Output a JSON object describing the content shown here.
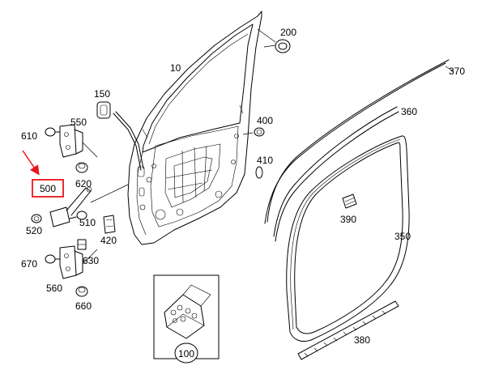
{
  "diagram": {
    "highlight_color": "#e8141b",
    "callouts": [
      {
        "id": "10",
        "name": "callout-10"
      },
      {
        "id": "150",
        "name": "callout-150"
      },
      {
        "id": "200",
        "name": "callout-200"
      },
      {
        "id": "370",
        "name": "callout-370"
      },
      {
        "id": "360",
        "name": "callout-360"
      },
      {
        "id": "400",
        "name": "callout-400"
      },
      {
        "id": "410",
        "name": "callout-410"
      },
      {
        "id": "550",
        "name": "callout-550"
      },
      {
        "id": "610",
        "name": "callout-610"
      },
      {
        "id": "620",
        "name": "callout-620"
      },
      {
        "id": "500",
        "name": "callout-500"
      },
      {
        "id": "520",
        "name": "callout-520"
      },
      {
        "id": "510",
        "name": "callout-510"
      },
      {
        "id": "420",
        "name": "callout-420"
      },
      {
        "id": "390",
        "name": "callout-390"
      },
      {
        "id": "350",
        "name": "callout-350"
      },
      {
        "id": "670",
        "name": "callout-670"
      },
      {
        "id": "630",
        "name": "callout-630"
      },
      {
        "id": "560",
        "name": "callout-560"
      },
      {
        "id": "660",
        "name": "callout-660"
      },
      {
        "id": "100",
        "name": "callout-100"
      },
      {
        "id": "380",
        "name": "callout-380"
      }
    ],
    "highlighted_callout": "500"
  }
}
